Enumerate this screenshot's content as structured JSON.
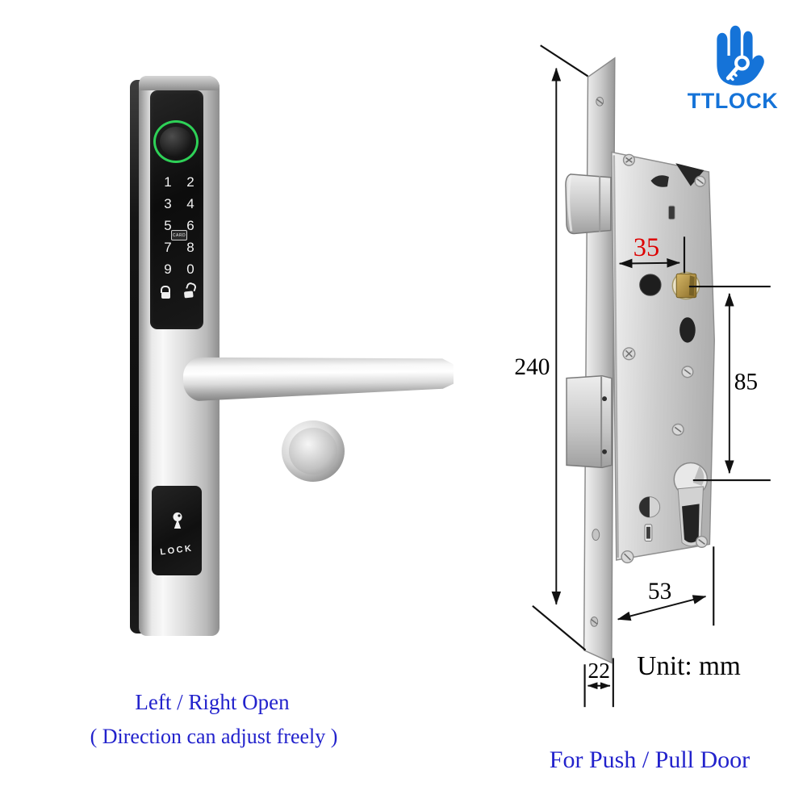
{
  "brand": {
    "name": "TTLOCK",
    "logo_icon": "hand-key-icon",
    "color": "#1573d8"
  },
  "smart_lock": {
    "keypad": [
      [
        "1",
        "2"
      ],
      [
        "3",
        "4"
      ],
      [
        "5",
        "6"
      ],
      [
        "7",
        "8"
      ],
      [
        "9",
        "0"
      ]
    ],
    "card_icon_label": "CARD",
    "cylinder_cover_label": "LOCK",
    "fingerprint_ring_color": "#2ed157"
  },
  "diagram": {
    "unit_label": "Unit: mm",
    "dims": {
      "total_height": "240",
      "backset": "35",
      "center_distance": "85",
      "body_depth": "53",
      "faceplate_width": "22"
    },
    "backset_color": "#dd0000"
  },
  "captions": {
    "left_line1": "Left / Right Open",
    "left_line2": "( Direction can adjust freely )",
    "right_line": "For Push / Pull Door",
    "color": "#2222cc"
  }
}
